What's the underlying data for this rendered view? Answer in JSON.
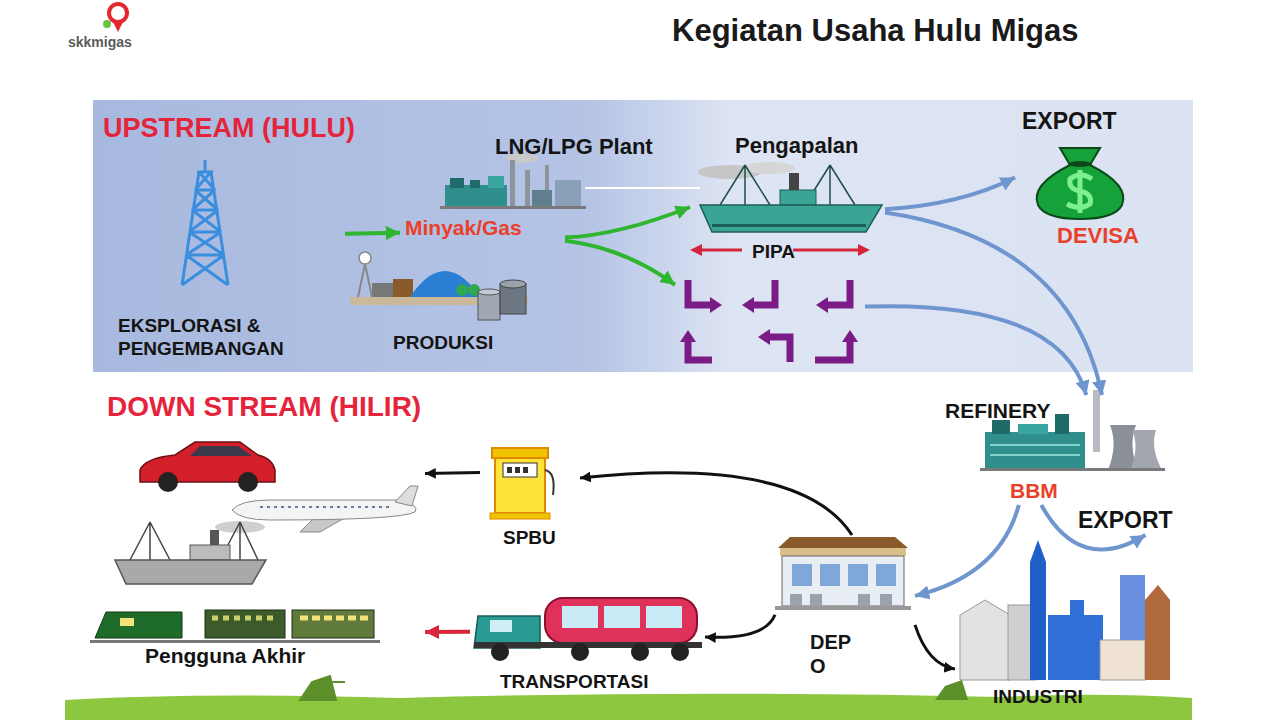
{
  "diagram": {
    "title": "Kegiatan Usaha Hulu Migas",
    "nodes": [
      {
        "text": [
          "UPSTREAM (HULU)"
        ]
      },
      {
        "text": [
          "EKSPLORASI & PENGEMBANGAN"
        ],
        "in": 0
      },
      {
        "text": [
          "LNG/LPG Plant"
        ],
        "in": 0
      },
      {
        "text": [
          "Minyak/Gas"
        ],
        "in": 0
      },
      {
        "text": [
          "PRODUKSI"
        ],
        "in": 0
      },
      {
        "text": [
          "Pengapalan"
        ],
        "in": 0
      },
      {
        "text": [
          "PIPA"
        ],
        "in": 0
      },
      {
        "text": [
          "EXPORT",
          "DEVISA"
        ],
        "in": 0
      },
      {
        "text": [
          "REFINERY",
          "BBM"
        ]
      },
      {
        "text": [
          "EXPORT"
        ]
      },
      {
        "text": [
          "SPBU"
        ]
      },
      {
        "text": [
          "DEP O"
        ]
      },
      {
        "text": [
          "TRANSPORTASI"
        ]
      },
      {
        "text": [
          "INDUSTRI"
        ]
      },
      {
        "text": [
          "Pengguna Akhir"
        ]
      }
    ],
    "edges": [
      {
        "from": 1,
        "to": 3,
        "arrow": "to"
      },
      {
        "from": 3,
        "to": 5,
        "arrow": "to"
      },
      {
        "from": 3,
        "to": 6,
        "arrow": "to"
      },
      {
        "from": 5,
        "to": 7,
        "arrow": "to"
      },
      {
        "from": 5,
        "to": 8,
        "arrow": "to"
      },
      {
        "from": 6,
        "to": 8,
        "arrow": "to"
      },
      {
        "from": 8,
        "to": 9,
        "arrow": "to"
      },
      {
        "from": 8,
        "to": 11,
        "arrow": "to"
      },
      {
        "from": 11,
        "to": 10,
        "arrow": "to"
      },
      {
        "from": 11,
        "to": 12,
        "arrow": "to"
      },
      {
        "from": 11,
        "to": 13,
        "arrow": "to"
      },
      {
        "from": 10,
        "to": 14,
        "arrow": "to"
      },
      {
        "from": 12,
        "to": 14,
        "arrow": "to"
      }
    ],
    "labels": [
      "skkmigas",
      "DOWN STREAM (HILIR)"
    ]
  }
}
